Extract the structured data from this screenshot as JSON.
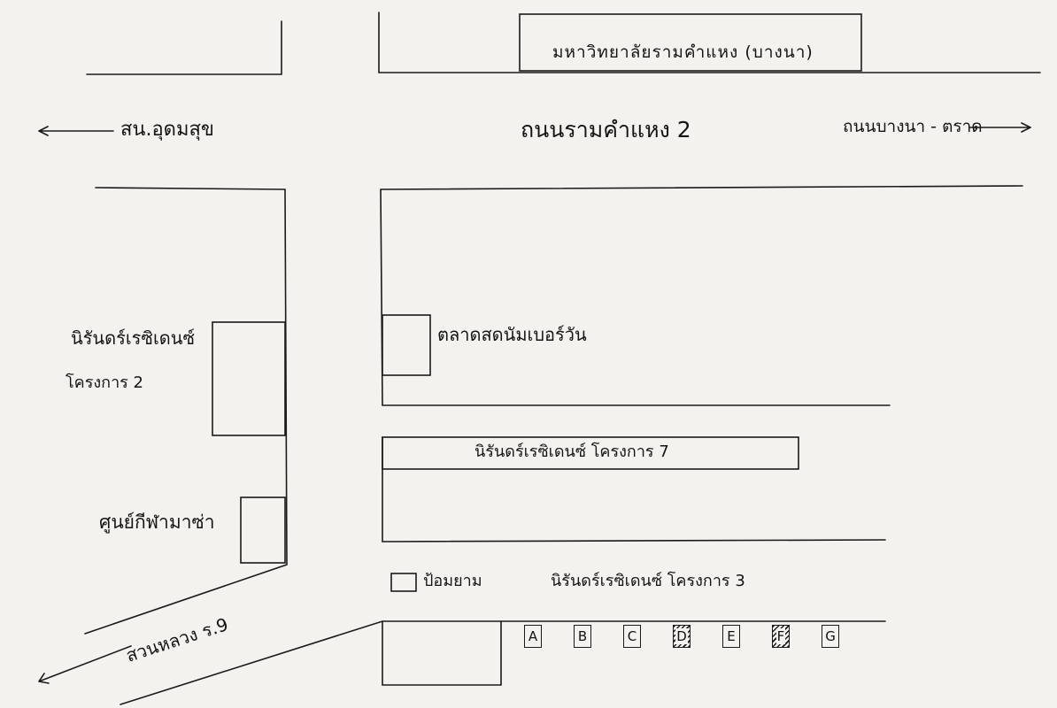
{
  "labels": {
    "university": "มหาวิทยาลัยรามคำแหง (บางนา)",
    "main_road": "ถนนรามคำแหง 2",
    "left_direction": "สน.อุดมสุข",
    "right_direction": "ถนนบางนา - ตราด",
    "project2": "นิรันดร์เรซิเดนซ์",
    "project2_sub": "โครงการ 2",
    "sports_center": "ศูนย์กีฬามาซ่า",
    "market": "ตลาดสดนัมเบอร์วัน",
    "project7": "นิรันดร์เรซิเดนซ์ โครงการ 7",
    "guard_post": "ป้อมยาม",
    "project3": "นิรันดร์เรซิเดนซ์ โครงการ 3",
    "park": "สวนหลวง ร.9"
  },
  "units": [
    {
      "label": "A",
      "hatched": false
    },
    {
      "label": "B",
      "hatched": false
    },
    {
      "label": "C",
      "hatched": false
    },
    {
      "label": "D",
      "hatched": true
    },
    {
      "label": "E",
      "hatched": false
    },
    {
      "label": "F",
      "hatched": true
    },
    {
      "label": "G",
      "hatched": false
    }
  ]
}
